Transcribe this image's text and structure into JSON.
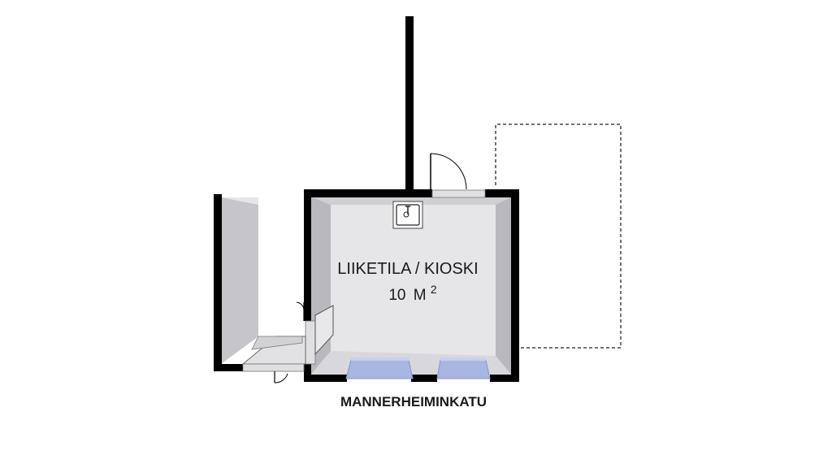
{
  "room": {
    "name": "LIIKETILA / KIOSKI",
    "area_number": "10",
    "area_unit": "M",
    "area_exponent": "2"
  },
  "street": {
    "name": "MANNERHEIMINKATU"
  },
  "colors": {
    "wall": "#000000",
    "floor": "#e6e6e9",
    "side_wall_shade": "#b9b9bd",
    "window": "#a9b6e2",
    "window_edge": "#8894c8",
    "light_panel": "#e0e0e2",
    "dashed_outline": "#444444"
  }
}
